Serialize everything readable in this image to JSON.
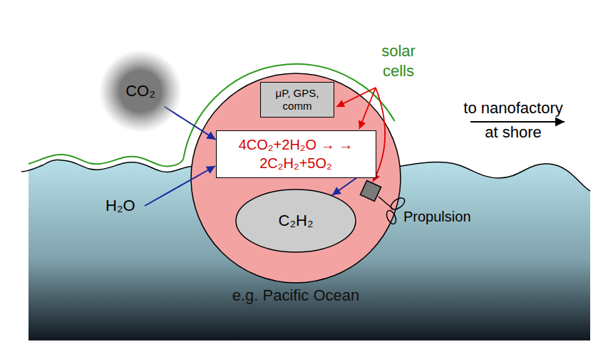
{
  "diagram": {
    "nodes": [
      {
        "text": [
          "CO₂"
        ]
      },
      {
        "text": [
          "μP, GPS, comm"
        ]
      },
      {
        "text": [
          "4CO₂+2H₂O → → 2C₂H₂+5O₂"
        ]
      },
      {
        "text": [
          "C₂H₂"
        ]
      }
    ],
    "edges": [
      {
        "from": 0,
        "to": 2,
        "arrow": "to"
      },
      {
        "from": 2,
        "to": 3,
        "arrow": "to"
      }
    ],
    "labels": [
      "solar cells",
      "H₂O",
      "Propulsion",
      "to nanofactory at shore",
      "e.g. Pacific Ocean"
    ]
  }
}
